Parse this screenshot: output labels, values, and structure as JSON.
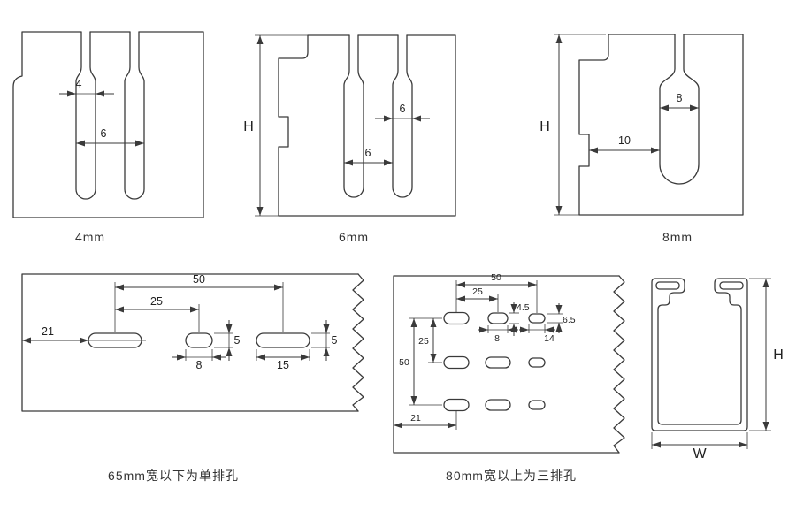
{
  "figure": {
    "background": "#ffffff",
    "line_color": "#3a3a3a"
  },
  "diagrams": {
    "profile_4mm": {
      "caption": "4mm",
      "dims": {
        "slot_width": "4",
        "slot_spacing": "6"
      }
    },
    "profile_6mm": {
      "caption": "6mm",
      "dims": {
        "height": "H",
        "slot_width": "6",
        "slot_spacing": "6"
      }
    },
    "profile_8mm": {
      "caption": "8mm",
      "dims": {
        "height": "H",
        "slot_width": "8",
        "edge_to_slot": "10"
      }
    },
    "single_row": {
      "caption": "65mm宽以下为单排孔",
      "dims": {
        "span_wide": "50",
        "span_narrow": "25",
        "edge_offset": "21",
        "small_hole_width": "8",
        "small_hole_height": "5",
        "large_hole_width": "15",
        "large_hole_height": "5"
      }
    },
    "triple_row": {
      "caption": "80mm宽以上为三排孔",
      "dims": {
        "col_span_wide": "50",
        "col_span_narrow": "25",
        "mid_hole_height": "4.5",
        "mid_hole_width": "8",
        "small_hole_height": "6.5",
        "small_hole_width": "14",
        "row_spacing": "25",
        "row_span": "50",
        "edge_offset": "21"
      }
    },
    "cross_section": {
      "dims": {
        "height": "H",
        "width": "W"
      }
    }
  }
}
